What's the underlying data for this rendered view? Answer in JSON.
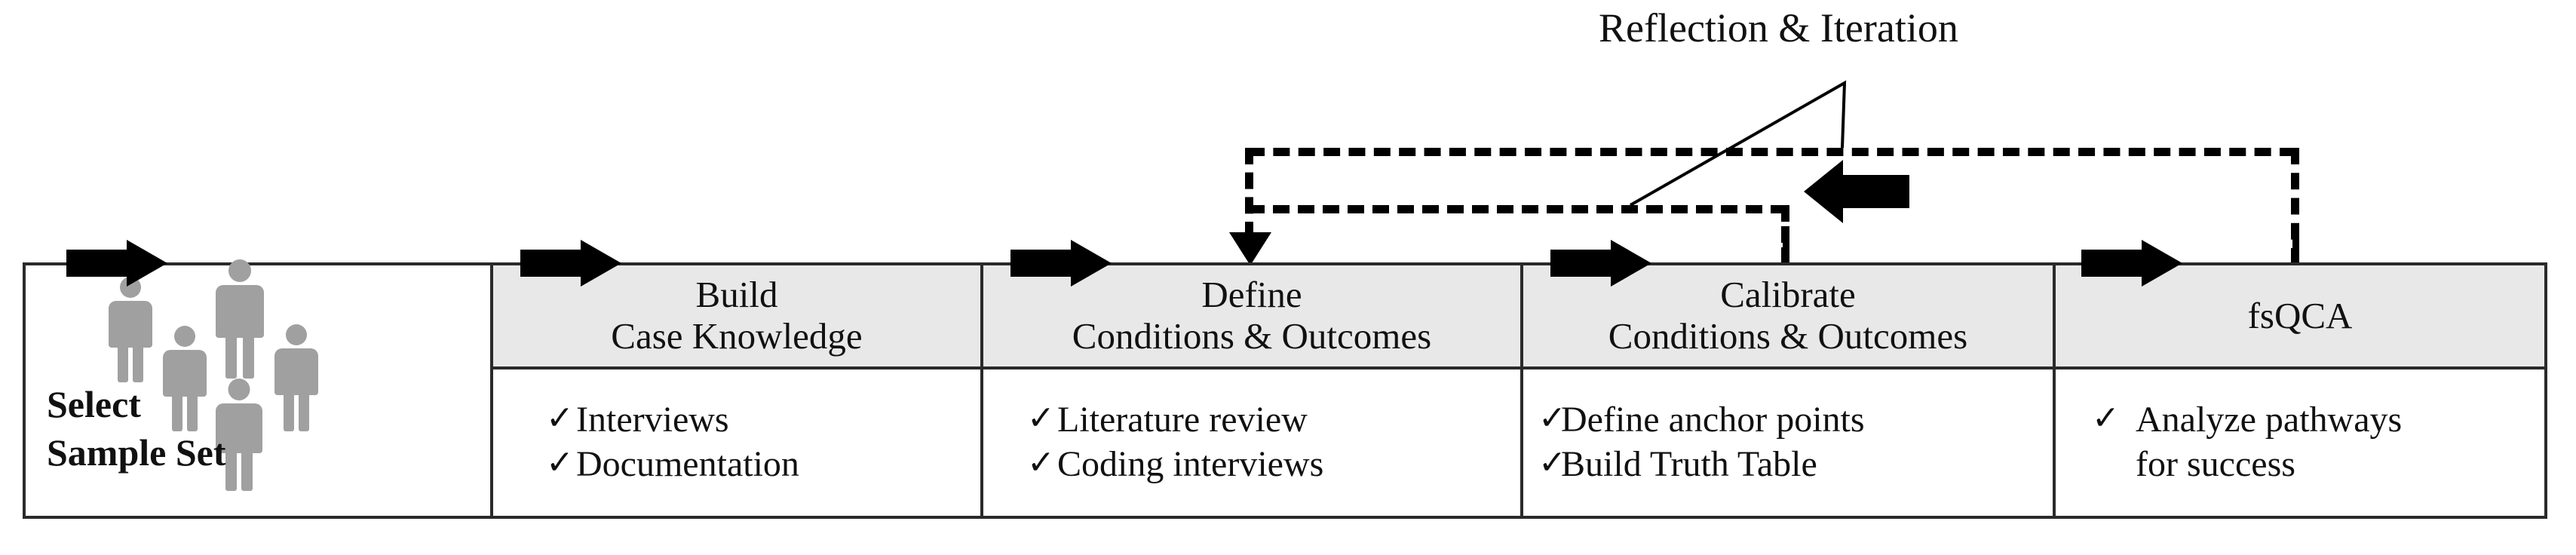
{
  "diagram": {
    "title": "Research process flow",
    "annotation": {
      "label": "Reflection & Iteration",
      "icon": "feedback-loop"
    },
    "colors": {
      "header_fill": "#e8e8e8",
      "body_fill": "#ffffff",
      "border": "#2a2a2a",
      "arrow": "#000000",
      "person_icon": "#a0a0a0"
    },
    "stages": [
      {
        "id": "select-sample-set",
        "header_lines": [],
        "label_lines": [
          "Select",
          "Sample Set"
        ],
        "bullets": [],
        "icon": "group-of-people-icon",
        "people_count": 5
      },
      {
        "id": "build-case-knowledge",
        "header_lines": [
          "Build",
          "Case Knowledge"
        ],
        "bullets": [
          {
            "check": "✓",
            "text": "Interviews"
          },
          {
            "check": "✓",
            "text": "Documentation"
          }
        ]
      },
      {
        "id": "define-conditions-outcomes",
        "header_lines": [
          "Define",
          "Conditions  & Outcomes"
        ],
        "bullets": [
          {
            "check": "✓",
            "text": "Literature review"
          },
          {
            "check": "✓",
            "text": "Coding interviews"
          }
        ]
      },
      {
        "id": "calibrate-conditions-outcomes",
        "header_lines": [
          "Calibrate",
          "Conditions  & Outcomes"
        ],
        "bullets": [
          {
            "check": "✓",
            "text": "Define anchor points"
          },
          {
            "check": "✓",
            "text": "Build Truth Table"
          }
        ]
      },
      {
        "id": "fsqca",
        "header_lines": [
          "fsQCA"
        ],
        "bullets": [
          {
            "check": "✓",
            "text": "Analyze pathways"
          },
          {
            "check": "",
            "text": "for success"
          }
        ]
      }
    ],
    "flow_arrows": [
      {
        "id": "arrow-into-select",
        "icon": "arrow-right-icon"
      },
      {
        "id": "arrow-into-build",
        "icon": "arrow-right-icon"
      },
      {
        "id": "arrow-into-define",
        "icon": "arrow-right-icon"
      },
      {
        "id": "arrow-into-calibrate",
        "icon": "arrow-right-icon"
      },
      {
        "id": "arrow-into-fsqca",
        "icon": "arrow-right-icon"
      }
    ],
    "feedback_paths": [
      {
        "id": "fsqca-to-define",
        "style": "dashed",
        "from": "fsQCA",
        "to": "Define Conditions & Outcomes"
      },
      {
        "id": "calibrate-to-define",
        "style": "dashed",
        "from": "Calibrate Conditions & Outcomes",
        "to": "Define Conditions & Outcomes"
      }
    ]
  }
}
